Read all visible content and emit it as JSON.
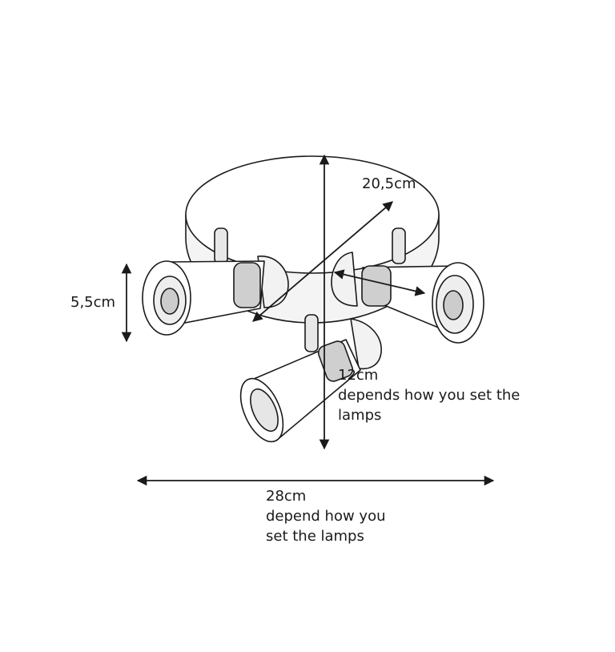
{
  "dimensions": {
    "diameter": {
      "value": "20,5cm"
    },
    "height": {
      "value": "5,5cm"
    },
    "depth": {
      "lines": [
        "12cm",
        "depends how you set the",
        "lamps"
      ]
    },
    "width": {
      "lines": [
        "28cm",
        "depend how you",
        "set the lamps"
      ]
    }
  },
  "colors": {
    "stroke": "#1a1a1a",
    "background": "#ffffff"
  }
}
